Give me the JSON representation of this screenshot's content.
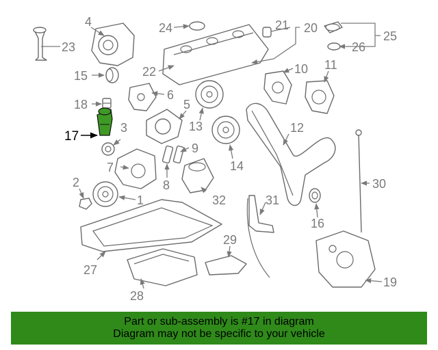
{
  "diagram": {
    "highlighted_part": "17",
    "labels": [
      "1",
      "2",
      "3",
      "4",
      "5",
      "6",
      "7",
      "8",
      "9",
      "10",
      "11",
      "12",
      "13",
      "14",
      "15",
      "16",
      "17",
      "18",
      "19",
      "20",
      "21",
      "22",
      "23",
      "24",
      "25",
      "26",
      "27",
      "28",
      "29",
      "30",
      "31",
      "32"
    ],
    "colors": {
      "highlight": "#3e9a25",
      "banner": "#2f8a1a",
      "line": "#6a6a6a"
    }
  },
  "banner": {
    "line1": "Part or sub-assembly is #17 in diagram",
    "line2": "Diagram may not be specific to your vehicle"
  }
}
